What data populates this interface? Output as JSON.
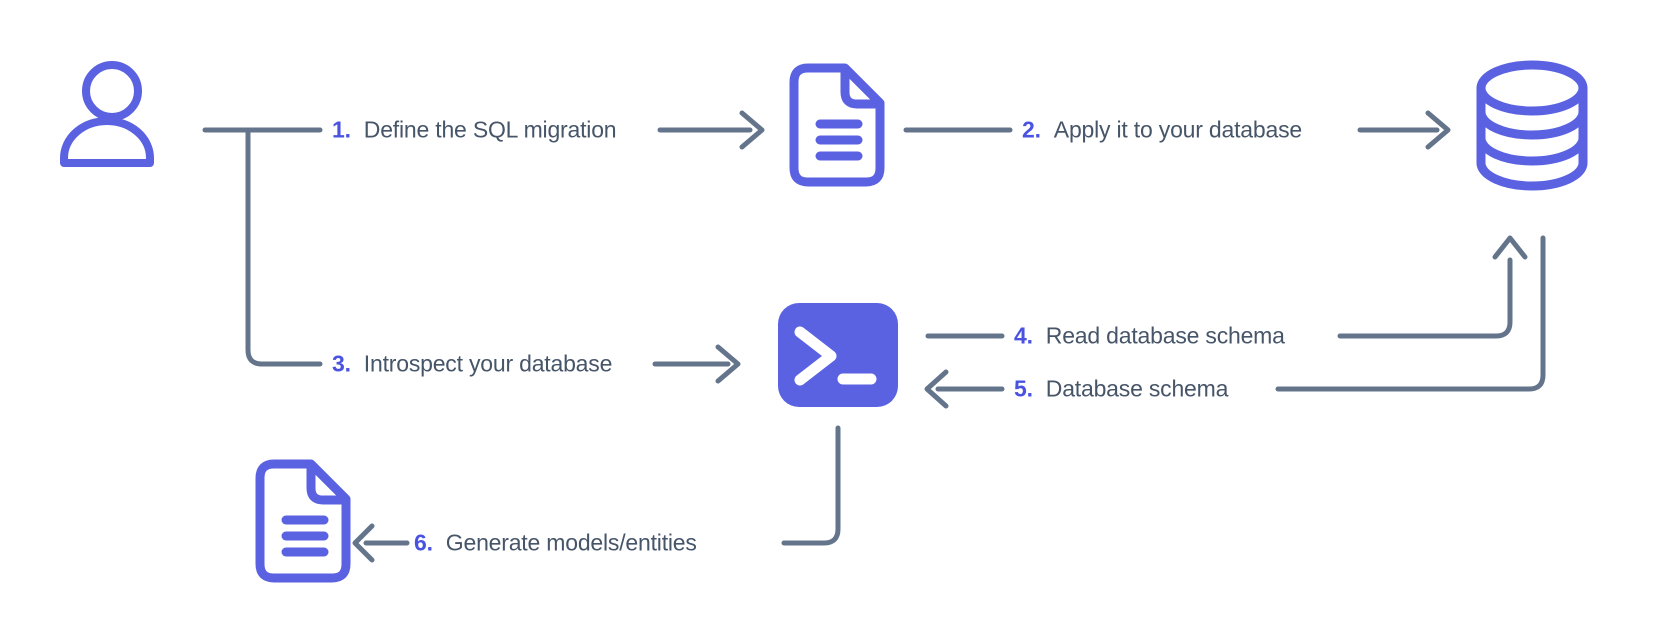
{
  "diagram": {
    "colors": {
      "purple": "#5A62E2",
      "purple_number": "#4A53E1",
      "line": "#64748B",
      "text": "#475569",
      "background": "#FFFFFF"
    },
    "nodes": {
      "user": {
        "icon": "user-icon",
        "description": "person"
      },
      "migration_file": {
        "icon": "document-icon",
        "description": "SQL migration file"
      },
      "database": {
        "icon": "database-icon",
        "description": "database cylinder"
      },
      "terminal": {
        "icon": "terminal-icon",
        "description": "CLI tool"
      },
      "models_file": {
        "icon": "document-icon",
        "description": "generated models file"
      }
    },
    "steps": [
      {
        "num": "1.",
        "label": "Define the SQL migration"
      },
      {
        "num": "2.",
        "label": "Apply it to your database"
      },
      {
        "num": "3.",
        "label": "Introspect your database"
      },
      {
        "num": "4.",
        "label": "Read database schema"
      },
      {
        "num": "5.",
        "label": "Database schema"
      },
      {
        "num": "6.",
        "label": "Generate models/entities"
      }
    ]
  }
}
